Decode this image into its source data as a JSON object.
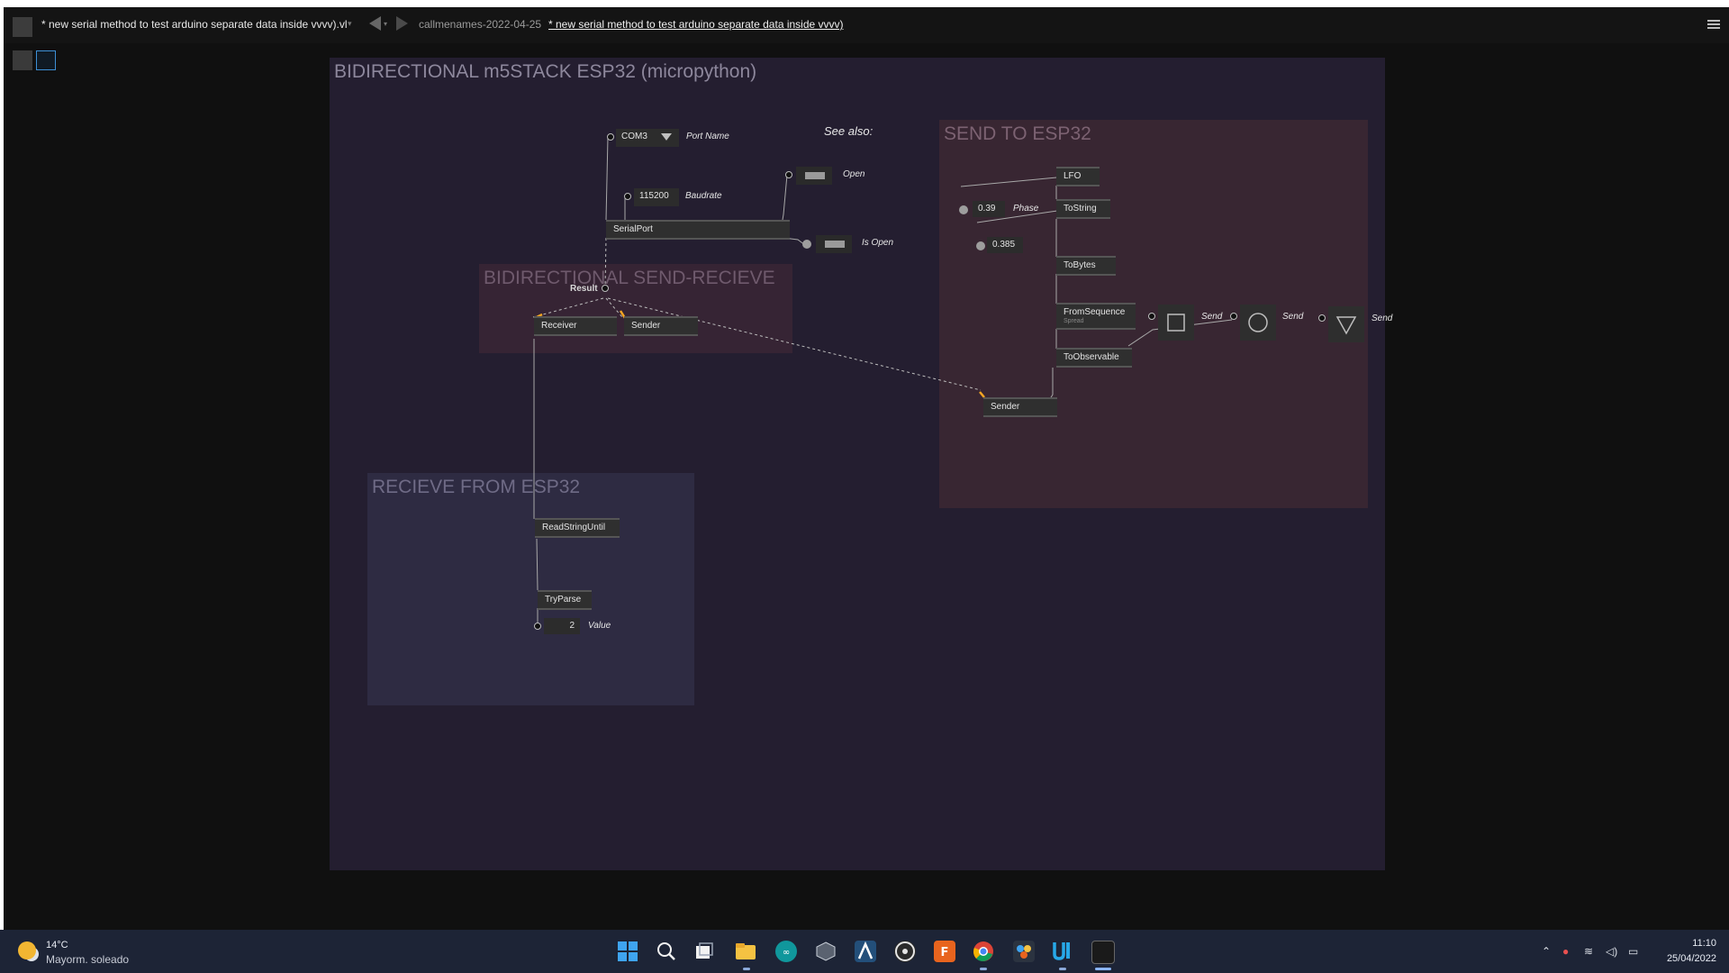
{
  "window": {
    "document_tab": "* new serial method to test arduino separate data inside vvvv).vl",
    "breadcrumb": "callmenames-2022-04-25",
    "active_tab": "* new serial method to test arduino separate data inside vvvv)"
  },
  "regions": {
    "main": "BIDIRECTIONAL m5STACK ESP32 (micropython)",
    "bidirectional": "BIDIRECTIONAL SEND-RECIEVE",
    "send": "SEND TO ESP32",
    "receive": "RECIEVE FROM ESP32"
  },
  "patch": {
    "port_value": "COM3",
    "port_label": "Port Name",
    "baudrate_value": "115200",
    "baudrate_label": "Baudrate",
    "open_label": "Open",
    "serialport_node": "SerialPort",
    "is_open_label": "Is Open",
    "see_also": "See also:",
    "result_label": "Result",
    "receiver_node": "Receiver",
    "sender_node": "Sender",
    "readstringuntil_node": "ReadStringUntil",
    "tryparse_node": "TryParse",
    "value_output": "2",
    "value_label": "Value",
    "lfo_node": "LFO",
    "phase_value": "0.39",
    "phase_label": "Phase",
    "tostring_node": "ToString",
    "lfo_value": "0.385",
    "tobytes_node": "ToBytes",
    "fromsequence_node": "FromSequence",
    "fromsequence_sub": "Spread",
    "toobservable_node": "ToObservable",
    "sender2_node": "Sender",
    "send_label_1": "Send",
    "send_label_2": "Send",
    "send_label_3": "Send"
  },
  "taskbar": {
    "temperature": "14°C",
    "weather": "Mayorm. soleado",
    "time": "11:10",
    "date": "25/04/2022",
    "apps": [
      "start-icon",
      "search-icon",
      "task-view-icon",
      "file-explorer-icon",
      "arduino-icon",
      "3d-viewer-icon",
      "krita-icon",
      "obs-icon",
      "fusion-icon",
      "chrome-icon",
      "davinci-icon",
      "ultraleap-icon",
      "vvvv-icon"
    ]
  },
  "colors": {
    "accent": "#f5a623",
    "region_main": "#241e30",
    "region_send": "#382632",
    "region_receive": "#2e2b42"
  }
}
